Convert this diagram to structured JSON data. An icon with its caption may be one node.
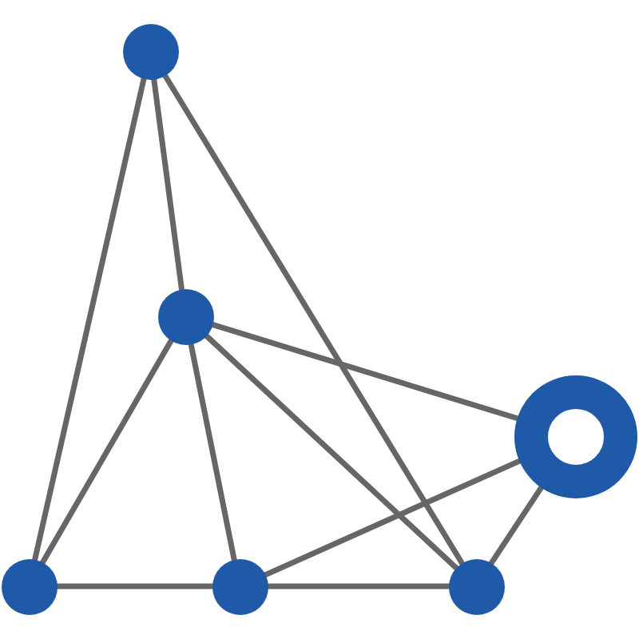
{
  "diagram": {
    "nodes": [
      {
        "text": [],
        "shape": "circle"
      },
      {
        "text": [],
        "shape": "circle"
      },
      {
        "text": [],
        "shape": "ring"
      },
      {
        "text": [],
        "shape": "circle"
      },
      {
        "text": [],
        "shape": "circle"
      },
      {
        "text": [],
        "shape": "circle"
      }
    ],
    "edges": [
      {
        "from": 0,
        "to": 1,
        "arrow": "none"
      },
      {
        "from": 0,
        "to": 3,
        "arrow": "none"
      },
      {
        "from": 0,
        "to": 5,
        "arrow": "none"
      },
      {
        "from": 1,
        "to": 2,
        "arrow": "none"
      },
      {
        "from": 1,
        "to": 3,
        "arrow": "none"
      },
      {
        "from": 1,
        "to": 4,
        "arrow": "none"
      },
      {
        "from": 1,
        "to": 5,
        "arrow": "none"
      },
      {
        "from": 2,
        "to": 4,
        "arrow": "none"
      },
      {
        "from": 2,
        "to": 5,
        "arrow": "none"
      },
      {
        "from": 3,
        "to": 4,
        "arrow": "none"
      },
      {
        "from": 4,
        "to": 5,
        "arrow": "none"
      }
    ]
  }
}
